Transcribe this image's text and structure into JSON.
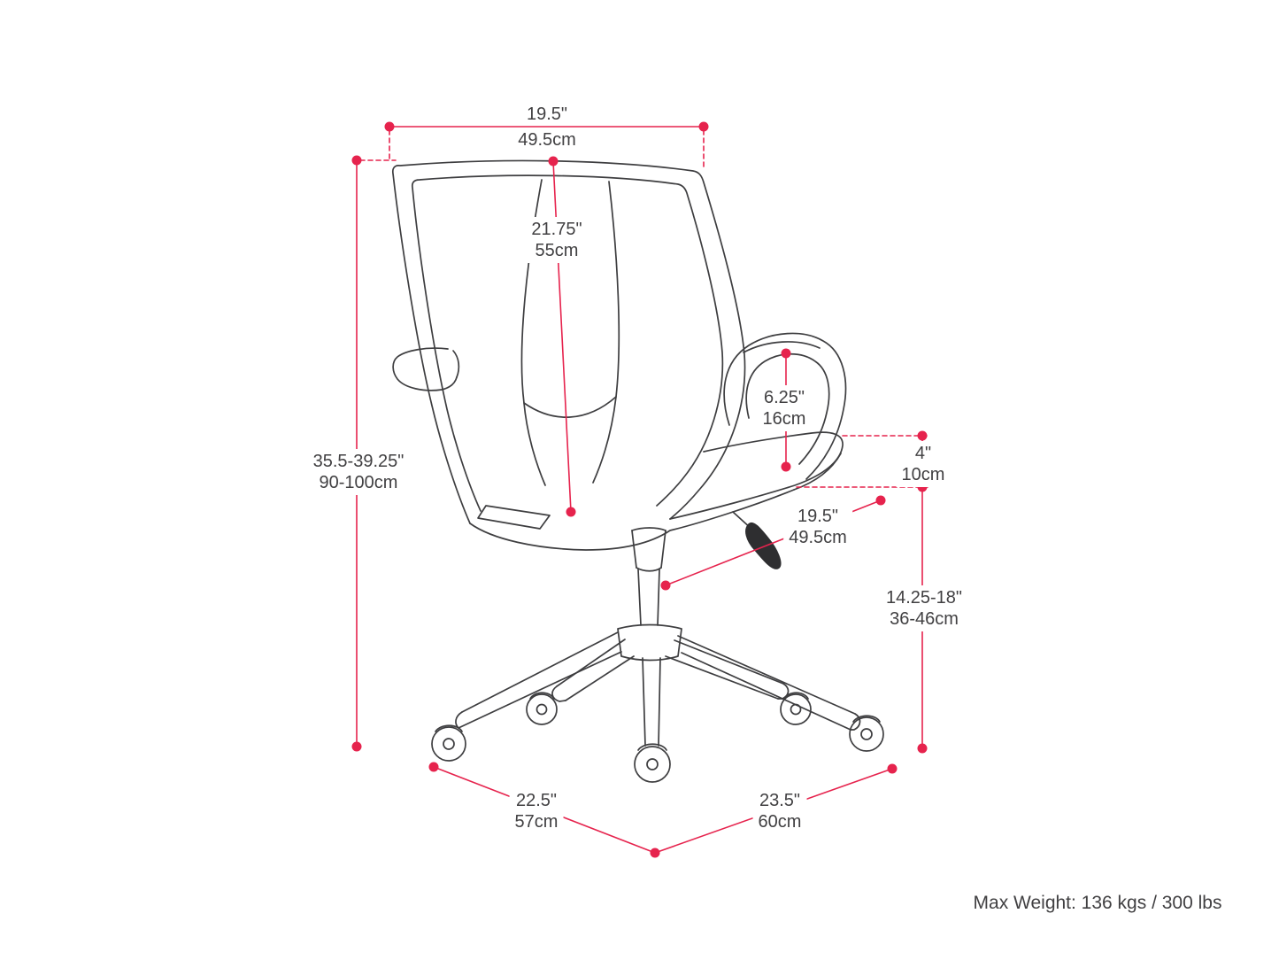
{
  "diagram": {
    "colors": {
      "accent": "#E6234D",
      "line_art": "#3E3E40",
      "text": "#414042",
      "background": "#FFFFFF"
    },
    "dimensions": {
      "top_width": {
        "in": "19.5\"",
        "cm": "49.5cm"
      },
      "back_height": {
        "in": "21.75\"",
        "cm": "55cm"
      },
      "overall_height": {
        "in": "35.5-39.25\"",
        "cm": "90-100cm"
      },
      "armrest_height": {
        "in": "6.25\"",
        "cm": "16cm"
      },
      "seat_thickness": {
        "in": "4\"",
        "cm": "10cm"
      },
      "seat_depth": {
        "in": "19.5\"",
        "cm": "49.5cm"
      },
      "seat_height": {
        "in": "14.25-18\"",
        "cm": "36-46cm"
      },
      "base_depth": {
        "in": "22.5\"",
        "cm": "57cm"
      },
      "base_width": {
        "in": "23.5\"",
        "cm": "60cm"
      }
    },
    "max_weight": "Max Weight: 136 kgs / 300 lbs"
  }
}
